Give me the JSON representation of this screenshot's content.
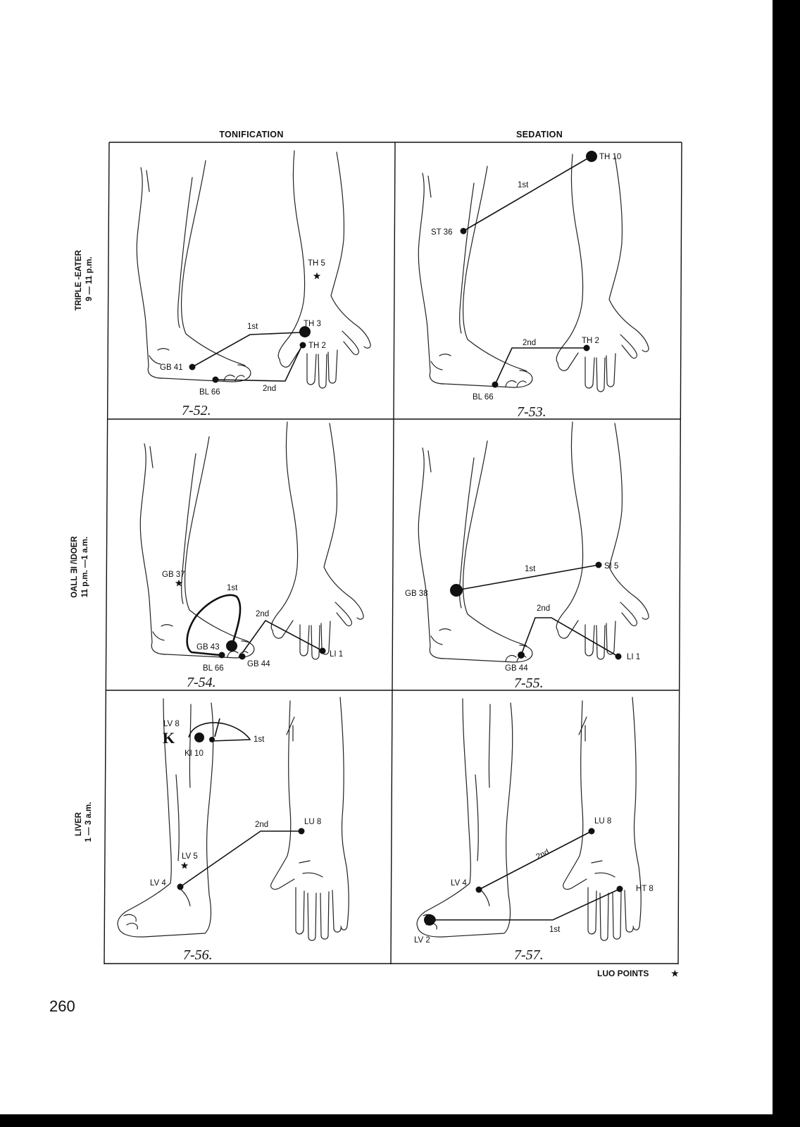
{
  "page_number": "260",
  "headers": {
    "tonification": "TONIFICATION",
    "sedation": "SEDATION"
  },
  "rows": [
    {
      "meridian": "TRIPLE -EATER",
      "time": "9 — 11 p.m."
    },
    {
      "meridian": "OALL ∃I /\\DOER",
      "time": "11 p.m. —1 a.m."
    },
    {
      "meridian": "LIVER",
      "time": "1 — 3 a.m."
    }
  ],
  "panels": [
    {
      "figure": "7-52.",
      "labels": [
        "TH 5",
        "1st",
        "TH 3",
        "TH 2",
        "GB 41",
        "BL 66",
        "2nd"
      ]
    },
    {
      "figure": "7-53.",
      "labels": [
        "TH 10",
        "1st",
        "ST 36",
        "2nd",
        "TH 2",
        "BL 66"
      ]
    },
    {
      "figure": "7-54.",
      "labels": [
        "GB 37",
        "1st",
        "2nd",
        "GB 43",
        "BL 66",
        "GB 44",
        "LI 1"
      ]
    },
    {
      "figure": "7-55.",
      "labels": [
        "1st",
        "SI 5",
        "GB 38",
        "2nd",
        "GB 44",
        "LI 1"
      ]
    },
    {
      "figure": "7-56.",
      "labels": [
        "LV 8",
        "K",
        "KI 10",
        "1st",
        "2nd",
        "LU 8",
        "LV 5",
        "LV 4"
      ]
    },
    {
      "figure": "7-57.",
      "labels": [
        "LU 8",
        "2nd",
        "LV 4",
        "HT 8",
        "LV 2",
        "1st"
      ]
    }
  ],
  "footer": {
    "label": "LUO POINTS",
    "symbol": "★"
  }
}
